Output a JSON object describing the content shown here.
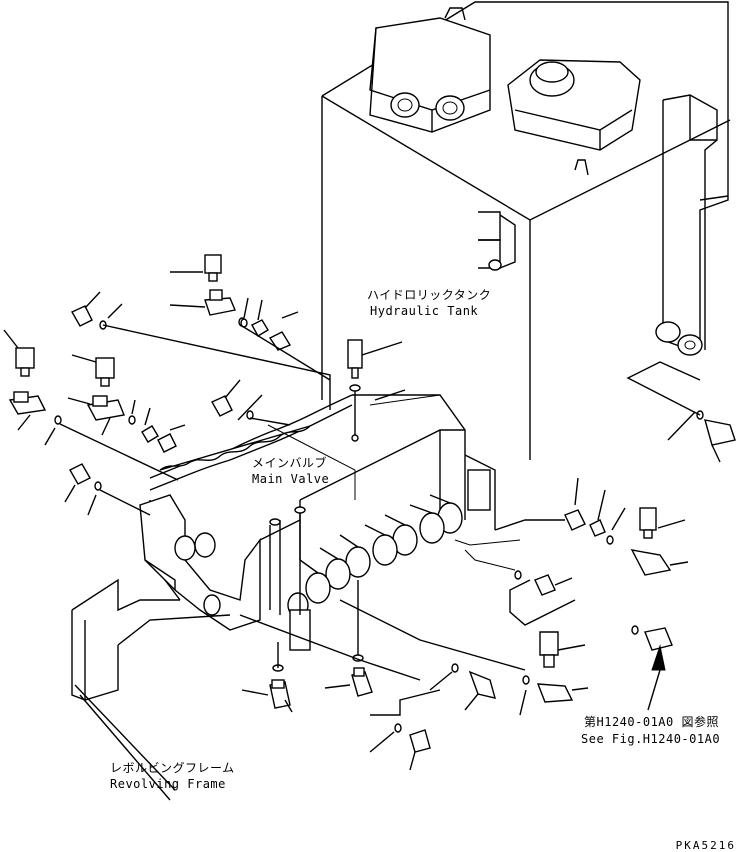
{
  "labels": {
    "hydraulic_tank_jp": "ハイドロリックタンク",
    "hydraulic_tank_en": "Hydraulic Tank",
    "main_valve_jp": "メインバルブ",
    "main_valve_en": "Main Valve",
    "revolving_frame_jp": "レボルビングフレーム",
    "revolving_frame_en": "Revolving Frame",
    "ref_jp": "第H1240-01A0 図参照",
    "ref_en": "See Fig.H1240-01A0",
    "drawing_code": "PKA5216"
  }
}
